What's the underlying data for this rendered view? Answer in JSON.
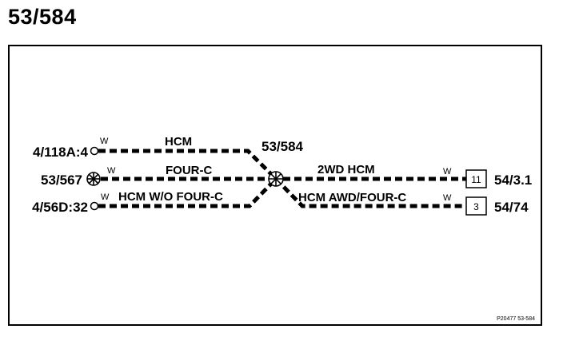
{
  "page_title": "53/584",
  "splice_label": "53/584",
  "left_connectors": [
    {
      "id": "4/118A:4"
    },
    {
      "id": "53/567"
    },
    {
      "id": "4/56D:32"
    }
  ],
  "right_connectors": [
    {
      "id": "54/3.1",
      "pin": "11"
    },
    {
      "id": "54/74",
      "pin": "3"
    }
  ],
  "wires": {
    "hcm": {
      "name": "HCM",
      "color": "W"
    },
    "four_c": {
      "name": "FOUR-C",
      "color": "W"
    },
    "hcm_wo_four_c": {
      "name": "HCM W/O FOUR-C",
      "color": "W"
    },
    "two_wd_hcm": {
      "name": "2WD HCM",
      "color": "W"
    },
    "hcm_awd_four_c": {
      "name": "HCM AWD/FOUR-C",
      "color": "W"
    }
  },
  "footer_code": "P20477  53-584"
}
